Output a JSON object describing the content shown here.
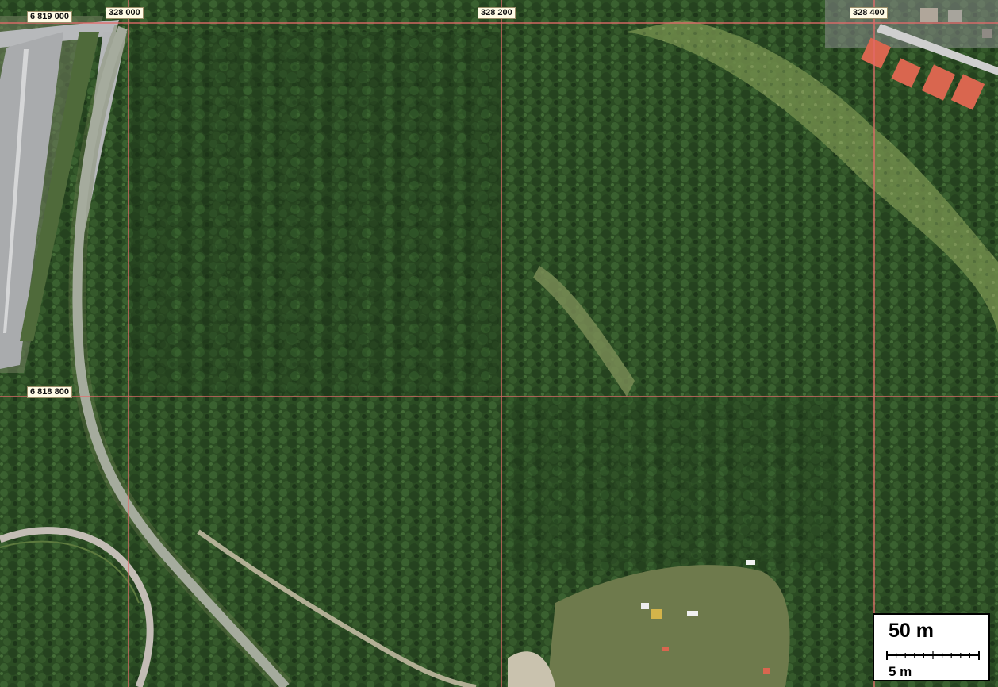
{
  "map": {
    "type": "orthophoto",
    "grid_color": "#e46a6a",
    "grid_labels": {
      "eastings": [
        "328 000",
        "328 200",
        "328 400"
      ],
      "northings": [
        "6 819 000",
        "6 818 800"
      ]
    }
  },
  "scale_bar": {
    "major_label": "50 m",
    "minor_label": "5 m"
  },
  "colors": {
    "forest_dark": "#1f3a19",
    "forest": "#2f5226",
    "meadow": "#6f8a4a",
    "road": "#b9bcbf",
    "roof": "#d9664f"
  }
}
